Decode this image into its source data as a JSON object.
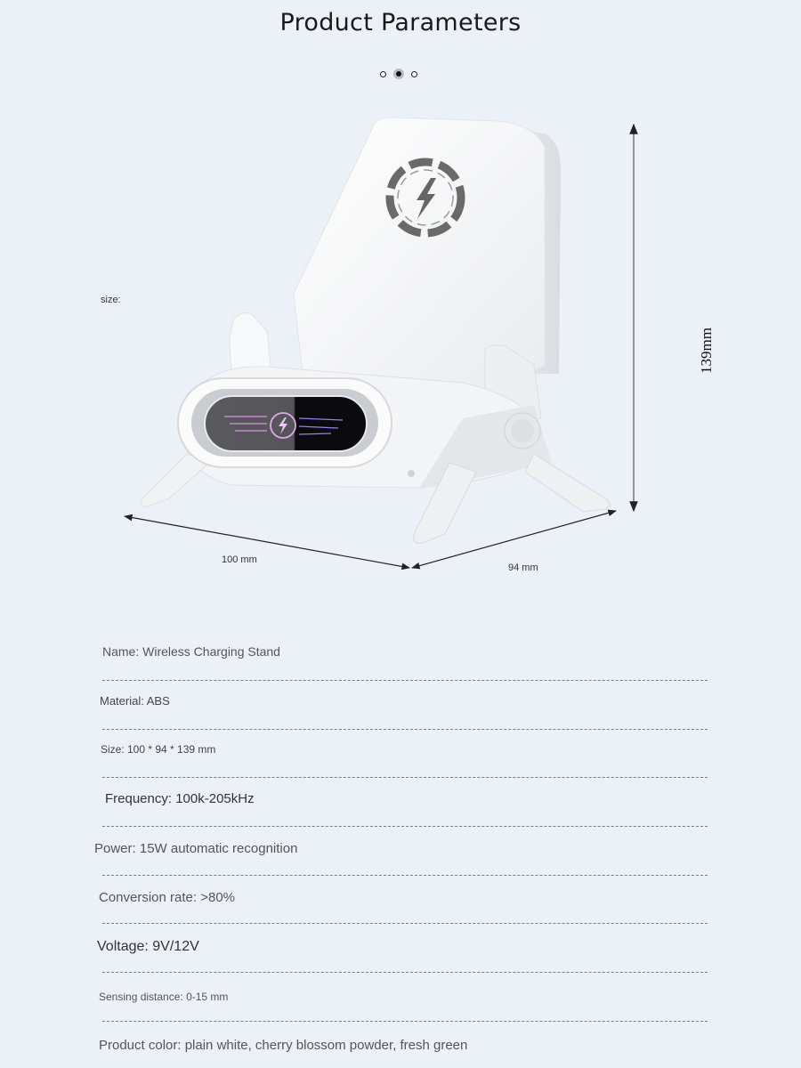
{
  "header": {
    "title": "Product Parameters",
    "carousel": {
      "total": 3,
      "active_index": 1
    }
  },
  "figure": {
    "size_label": "size:",
    "dimensions": {
      "width": "100 mm",
      "depth": "94 mm",
      "height": "139mm"
    },
    "product_color": "#ffffff",
    "icons": [
      "lightning-bolt-icon",
      "charging-ring-icon"
    ]
  },
  "specs": [
    {
      "label": "Name: Wireless Charging Stand"
    },
    {
      "label": "Material: ABS"
    },
    {
      "label": "Size: 100 * 94 * 139 mm"
    },
    {
      "label": "Frequency: 100k-205kHz"
    },
    {
      "label": "Power: 15W automatic recognition"
    },
    {
      "label": "Conversion rate: >80%"
    },
    {
      "label": "Voltage: 9V/12V"
    },
    {
      "label": "Sensing distance: 0-15 mm"
    },
    {
      "label": "Product color: plain white, cherry blossom powder, fresh green"
    }
  ],
  "colors": {
    "background": "#ecf0f7",
    "title_text": "#1a1a1a",
    "spec_text": "#555555",
    "divider": "#7a7f88"
  }
}
